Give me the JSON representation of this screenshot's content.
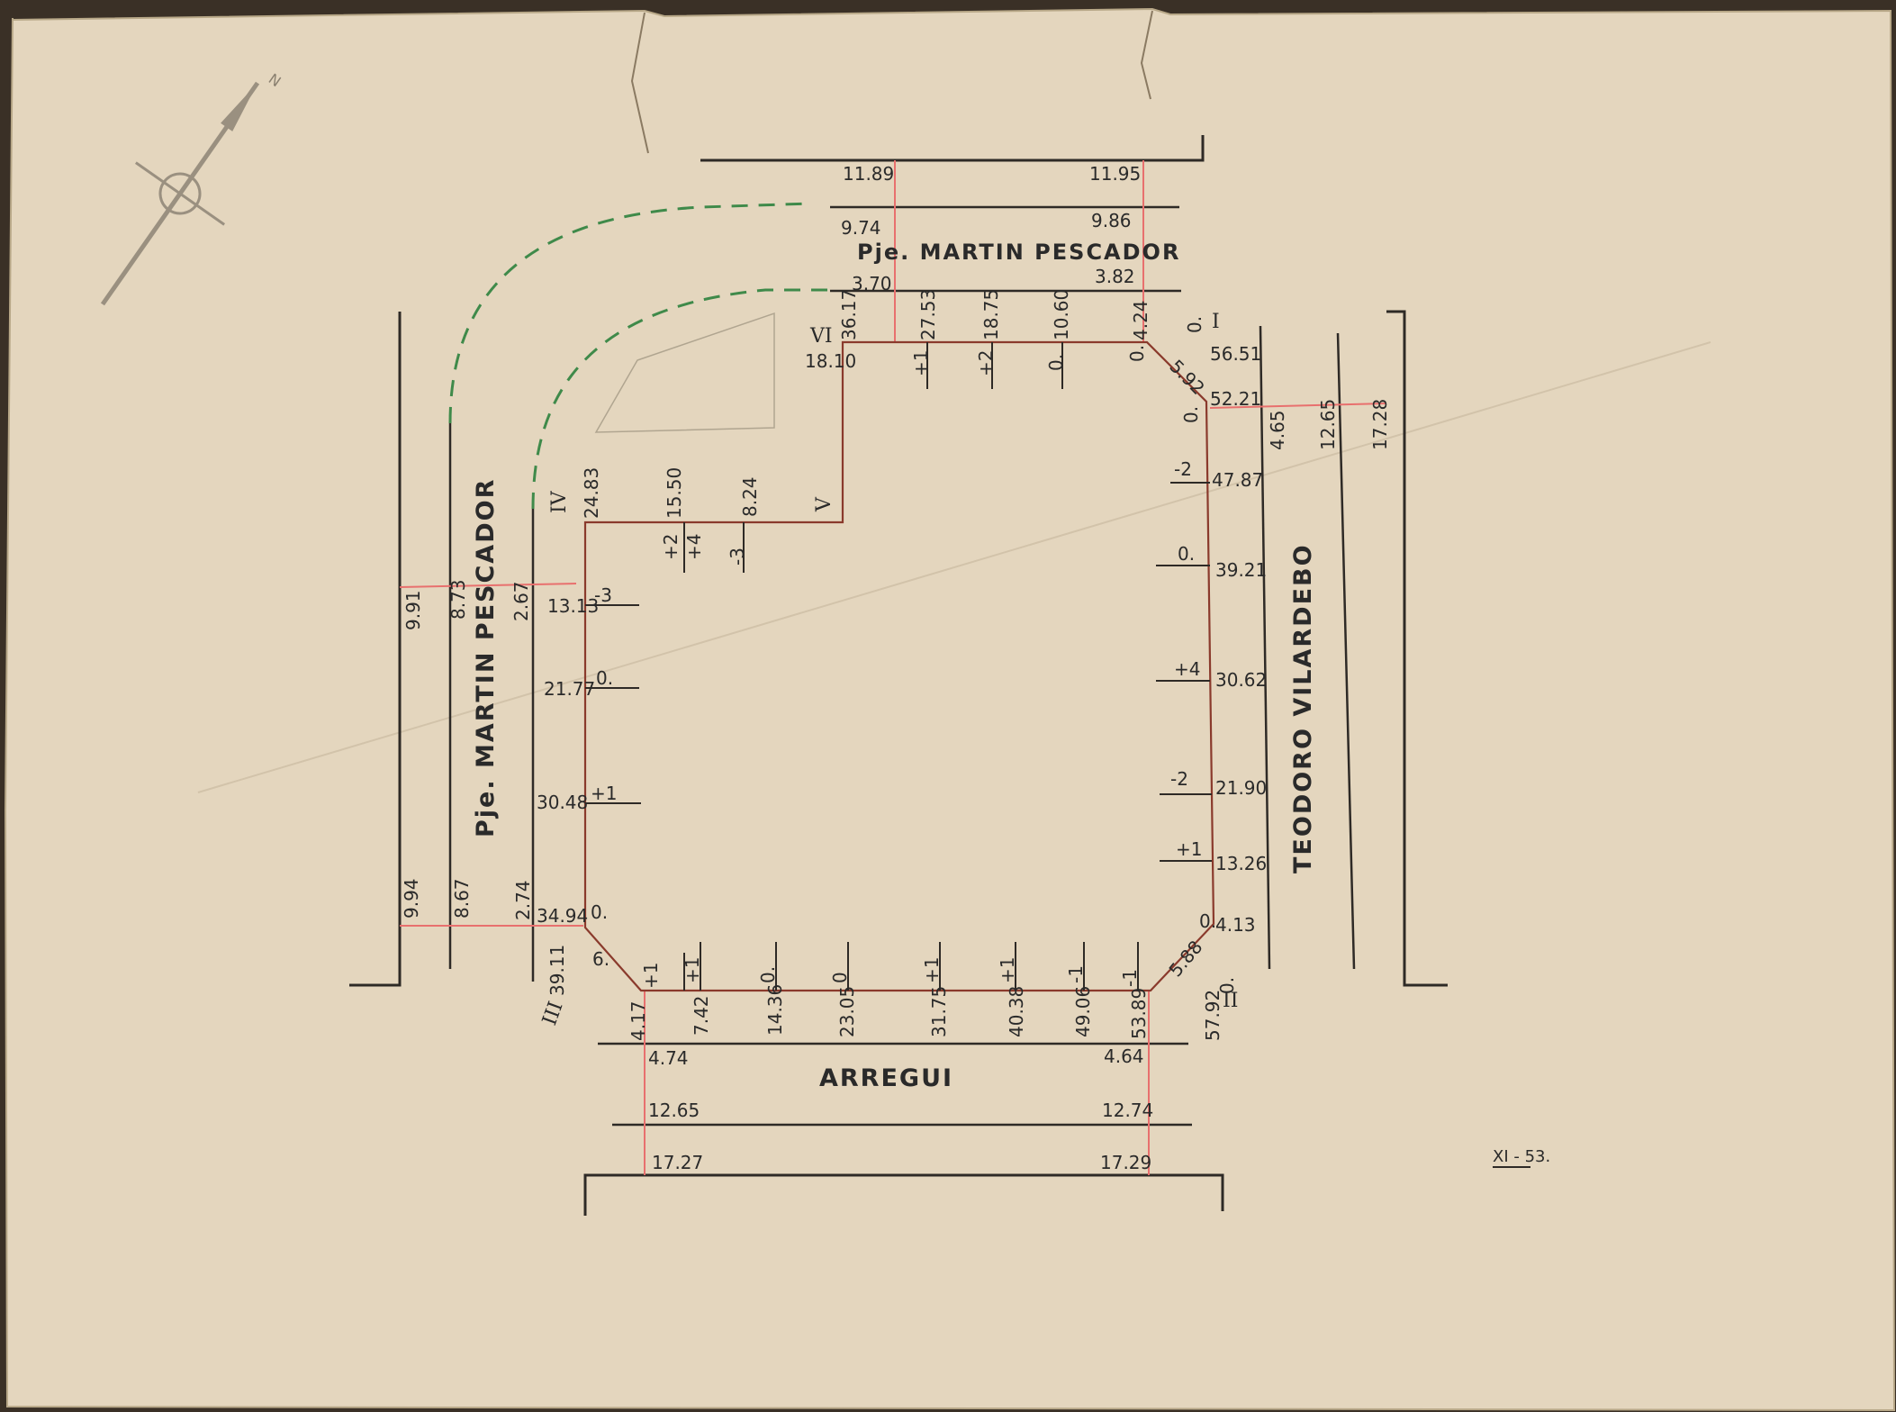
{
  "streets": {
    "north": "Pje. MARTIN PESCADOR",
    "west": "Pje. MARTIN PESCADOR",
    "east": "TEODORO VILARDEBO",
    "south": "ARREGUI"
  },
  "vertices": {
    "i": "I",
    "ii": "II",
    "iii": "III",
    "iv": "IV",
    "v": "V",
    "vi": "VI"
  },
  "north_widths": {
    "left": [
      "11.89",
      "9.74",
      "3.70"
    ],
    "right": [
      "11.95",
      "9.86",
      "3.82"
    ]
  },
  "east_widths": [
    "4.65",
    "12.65",
    "17.28"
  ],
  "west_widths": {
    "upper": [
      "9.91",
      "8.73",
      "2.67"
    ],
    "lower": [
      "9.94",
      "8.67",
      "2.74"
    ]
  },
  "south_widths": {
    "left": [
      "4.74",
      "12.65",
      "17.27"
    ],
    "right": [
      "4.64",
      "12.74",
      "17.29"
    ]
  },
  "top_edge": {
    "corner_vi": "36.17",
    "vi_code": "18.10",
    "chainages": [
      "27.53",
      "18.75",
      "10.60",
      "4.24"
    ],
    "levels": [
      "+1",
      "+2",
      "0.",
      "0."
    ]
  },
  "right_edge": {
    "corner_i": "56.51",
    "chamfer": "5.92",
    "chainages": [
      "52.21",
      "47.87",
      "39.21",
      "30.62",
      "21.90",
      "13.26",
      "4.13"
    ],
    "levels": [
      "-2",
      "0.",
      "+4",
      "-2",
      "+1"
    ],
    "zeros": [
      "0.",
      "0.",
      "0.",
      "0."
    ]
  },
  "bottom_edge": {
    "corner_ii": "57.92",
    "chamfer": "5.88",
    "chainages": [
      "4.17",
      "7.42",
      "14.36",
      "23.05",
      "31.75",
      "40.38",
      "49.06",
      "53.89"
    ],
    "levels": [
      "+1",
      "+1",
      "0.",
      "0",
      "+1",
      "+1",
      "-1",
      "-1"
    ]
  },
  "left_edge": {
    "corner_iii": "39.11",
    "chamfer": "6.",
    "chainages": [
      "34.94",
      "30.48",
      "21.77",
      "13.13"
    ],
    "levels": [
      "0.",
      "+1",
      "0.",
      "-3"
    ]
  },
  "upper_left_edge": {
    "corner_iv": "24.83",
    "chainages": [
      "15.50",
      "8.24"
    ],
    "levels": [
      "+2",
      "+4",
      "-3"
    ]
  },
  "compass": {
    "letter": "N"
  },
  "sheet_mark": {
    "text": "XI - 53."
  },
  "colors": {
    "paper": "#e4d6be",
    "survey_lines": "#e8706e",
    "ink": "#2e2a26",
    "green_dashes": "#3f8a4a",
    "block_outline": "#8a3a2c"
  }
}
